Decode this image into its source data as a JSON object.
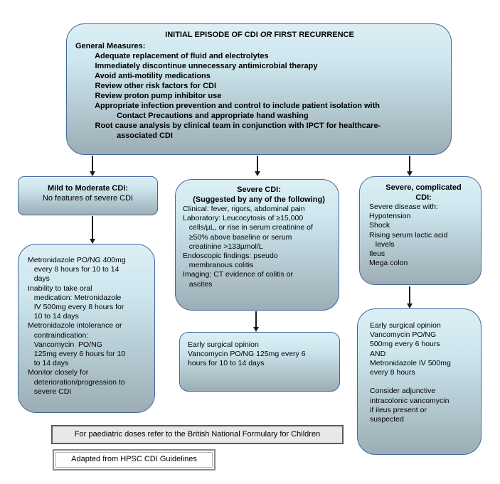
{
  "colors": {
    "node_border": "#44669f",
    "node_fill_top": "#dceff5",
    "node_fill_bottom": "#9cadb5",
    "arrow": "#1c1c1c",
    "note_fill": "#e8e8e8",
    "note_border": "#5b5b5b"
  },
  "top_box": {
    "title_pre": "INITIAL EPISODE OF CDI ",
    "title_italic": "OR",
    "title_post": " FIRST RECURRENCE",
    "body_lines": [
      "General Measures:",
      "         Adequate replacement of fluid and electrolytes",
      "         Immediately discontinue unnecessary antimicrobial therapy",
      "         Avoid anti-motility medications",
      "         Review other risk factors for CDI",
      "         Review proton pump inhibitor use",
      "         Appropriate infection prevention and control to include patient isolation with",
      "                   Contact Precautions and appropriate hand washing",
      "         Root cause analysis by clinical team in conjunction with IPCT for healthcare-",
      "                   associated CDI"
    ]
  },
  "branch_mild": {
    "title": "Mild to Moderate CDI:",
    "body": "No features of severe CDI"
  },
  "branch_severe": {
    "title_lines": [
      "Severe CDI:",
      "(Suggested by any of the following)"
    ],
    "body_lines": [
      "Clinical: fever, rigors, abdominal pain",
      "Laboratory: Leucocytosis of ≥15,000",
      "   cells/µL, or rise in serum creatinine of",
      "   ≥50% above baseline or serum",
      "   creatinine >133µmol/L",
      "Endoscopic findings: pseudo",
      "   membranous colitis",
      "Imaging: CT evidence of colitis or",
      "   ascites"
    ]
  },
  "branch_complicated": {
    "title_lines": [
      "Severe, complicated",
      "CDI:"
    ],
    "body_lines": [
      "Severe disease with:",
      "Hypotension",
      "Shock",
      "Rising serum lactic acid",
      "   levels",
      "Ileus",
      "Mega colon"
    ]
  },
  "treatment_mild": {
    "body_lines": [
      "Metronidazole PO/NG 400mg",
      "   every 8 hours for 10 to 14",
      "   days",
      "Inability to take oral",
      "   medication: Metronidazole",
      "   IV 500mg every 8 hours for",
      "   10 to 14 days",
      "Metronidazole intolerance or",
      "   contraindication:",
      "   Vancomycin  PO/NG",
      "   125mg every 6 hours for 10",
      "   to 14 days",
      "Monitor closely for",
      "   deterioration/progression to",
      "   severe CDI"
    ]
  },
  "treatment_severe": {
    "body_lines": [
      "Early surgical opinion",
      "Vancomycin PO/NG 125mg every 6",
      "hours for 10 to 14 days"
    ]
  },
  "treatment_complicated": {
    "body_lines": [
      "Early surgical opinion",
      "Vancomycin PO/NG",
      "500mg every 6 hours",
      "AND",
      "Metronidazole IV 500mg",
      "every 8 hours",
      "",
      "Consider adjunctive",
      "intracolonic vancomycin",
      "if ileus present or",
      "suspected"
    ]
  },
  "footnotes": {
    "paediatric": "For paediatric doses refer to the British National Formulary for Children",
    "source": "Adapted from HPSC CDI Guidelines"
  }
}
